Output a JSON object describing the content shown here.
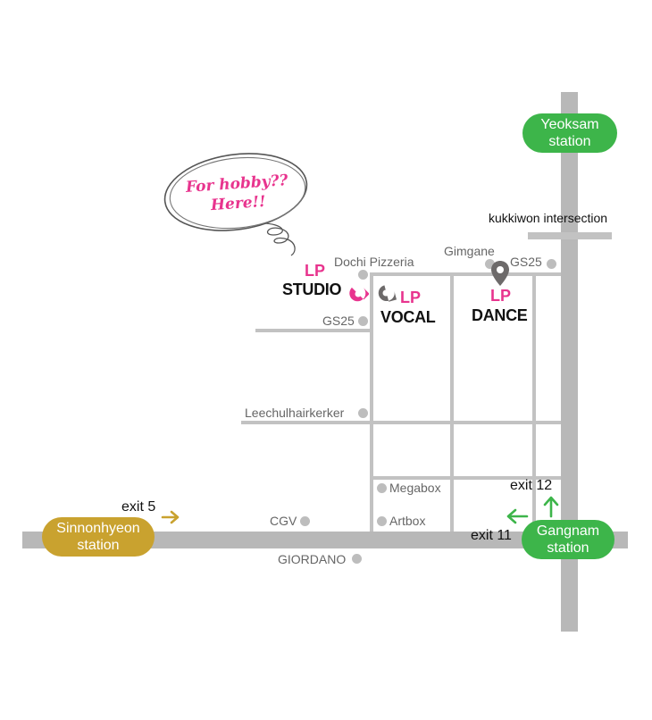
{
  "stations": {
    "yeoksam": {
      "line1": "Yeoksam",
      "line2": "station",
      "color": "#3db54a"
    },
    "gangnam": {
      "line1": "Gangnam",
      "line2": "station",
      "color": "#3db54a"
    },
    "sinnonhyeon": {
      "line1": "Sinnonhyeon",
      "line2": "station",
      "color": "#c9a22f"
    }
  },
  "landmarks": {
    "kukkiwon": "kukkiwon intersection",
    "gimgane": "Gimgane",
    "gs25_right": "GS25",
    "dochi_pizzeria": "Dochi Pizzeria",
    "gs25_left": "GS25",
    "leechul": "Leechulhairkerker",
    "megabox": "Megabox",
    "artbox": "Artbox",
    "cgv": "CGV",
    "giordano": "GIORDANO"
  },
  "venues": {
    "studio": {
      "brand": "LP",
      "name": "STUDIO"
    },
    "vocal": {
      "brand": "LP",
      "name": "VOCAL"
    },
    "dance": {
      "brand": "LP",
      "name": "DANCE"
    }
  },
  "exits": {
    "exit5": "exit 5",
    "exit12": "exit 12",
    "exit11": "exit 11"
  },
  "bubble": {
    "line1": "For hobby??",
    "line2": "Here!!"
  },
  "colors": {
    "pink": "#e8348e",
    "green": "#3db54a",
    "gold": "#c9a22f",
    "road": "#c2c2c2",
    "pin_gray": "#6d6a6a"
  },
  "icons": [
    "map-pin-icon",
    "arrow-right-icon",
    "arrow-up-icon",
    "arrow-left-icon"
  ]
}
